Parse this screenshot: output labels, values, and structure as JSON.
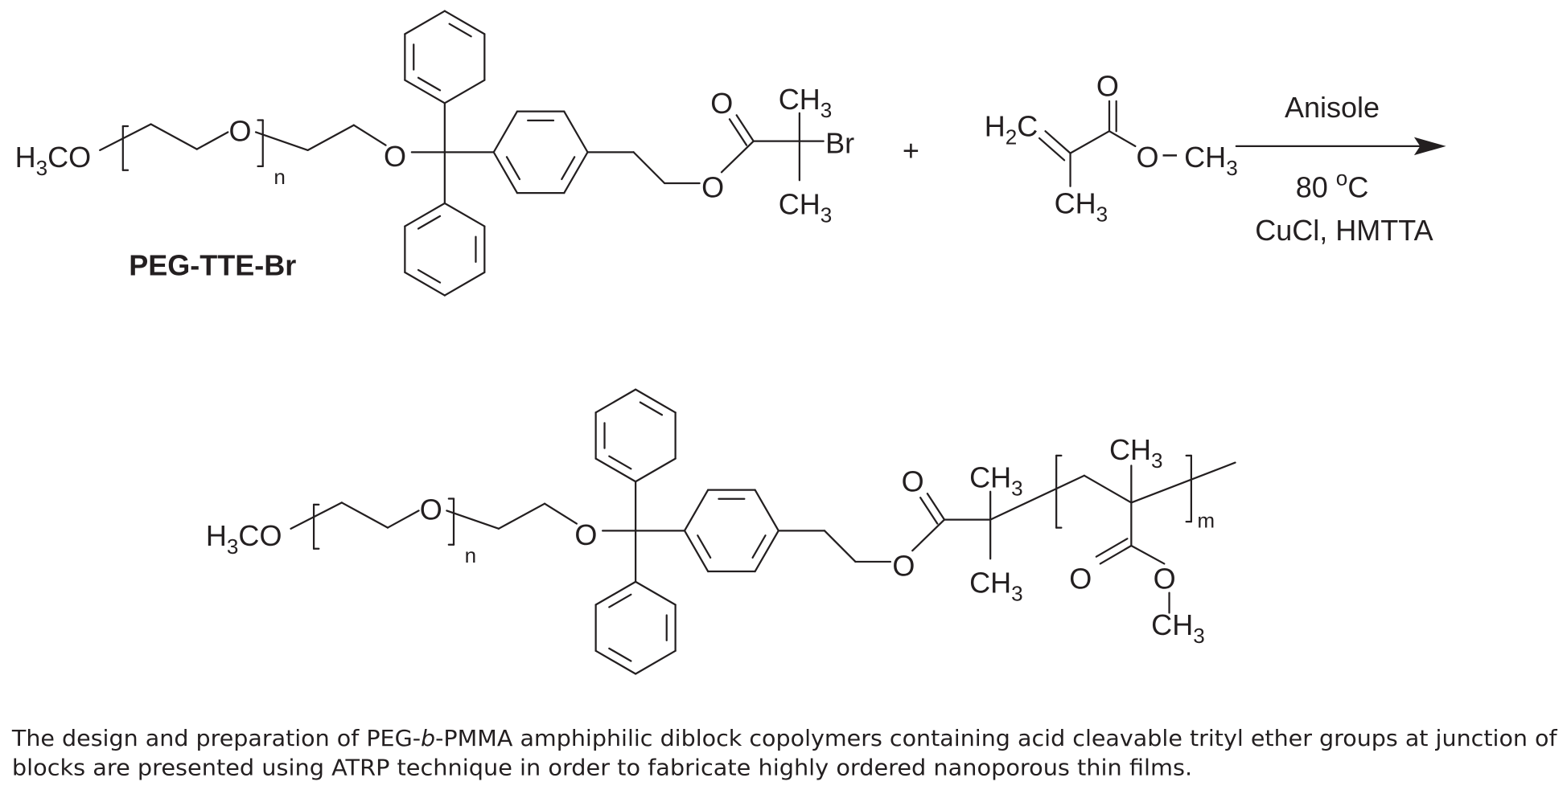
{
  "reactant1": {
    "methoxy": {
      "a": "H",
      "sub": "3",
      "b": "CO"
    },
    "peg_oxygen": "O",
    "repeat_n": "n",
    "ether_oxygen": "O",
    "ester_oxygen": "O",
    "carbonyl_oxygen": "O",
    "methyl_top": {
      "a": "CH",
      "sub": "3"
    },
    "methyl_bottom": {
      "a": "CH",
      "sub": "3"
    },
    "bromine": "Br",
    "name": "PEG-TTE-Br"
  },
  "plus": "+",
  "reactant2": {
    "methylene": {
      "a": "H",
      "sub": "2",
      "b": "C"
    },
    "carbonyl_oxygen": "O",
    "ester_oxygen": "O",
    "dash": "−",
    "methoxy_methyl": {
      "a": "CH",
      "sub": "3"
    },
    "alpha_methyl": {
      "a": "CH",
      "sub": "3"
    }
  },
  "conditions": {
    "solvent": "Anisole",
    "temperature": {
      "value": "80 ",
      "degree": "o",
      "unit": "C"
    },
    "catalyst": "CuCl, HMTTA"
  },
  "product": {
    "methoxy": {
      "a": "H",
      "sub": "3",
      "b": "CO"
    },
    "peg_oxygen": "O",
    "repeat_n": "n",
    "ether_oxygen": "O",
    "ester_oxygen": "O",
    "carbonyl_oxygen": "O",
    "methyl_top": {
      "a": "CH",
      "sub": "3"
    },
    "methyl_bottom": {
      "a": "CH",
      "sub": "3"
    },
    "pmma_methyl": {
      "a": "CH",
      "sub": "3"
    },
    "repeat_m": "m",
    "pmma_carbonyl_oxygen": "O",
    "pmma_ester_oxygen": "O",
    "pmma_methoxy": {
      "a": "CH",
      "sub": "3"
    }
  },
  "caption": {
    "line1_a": "The design and preparation of PEG-",
    "line1_italic": "b",
    "line1_b": "-PMMA amphiphilic diblock copolymers containing acid cleavable trityl ether groups at junction of",
    "line2": "blocks are presented using ATRP technique in order to fabricate highly ordered nanoporous thin films."
  }
}
